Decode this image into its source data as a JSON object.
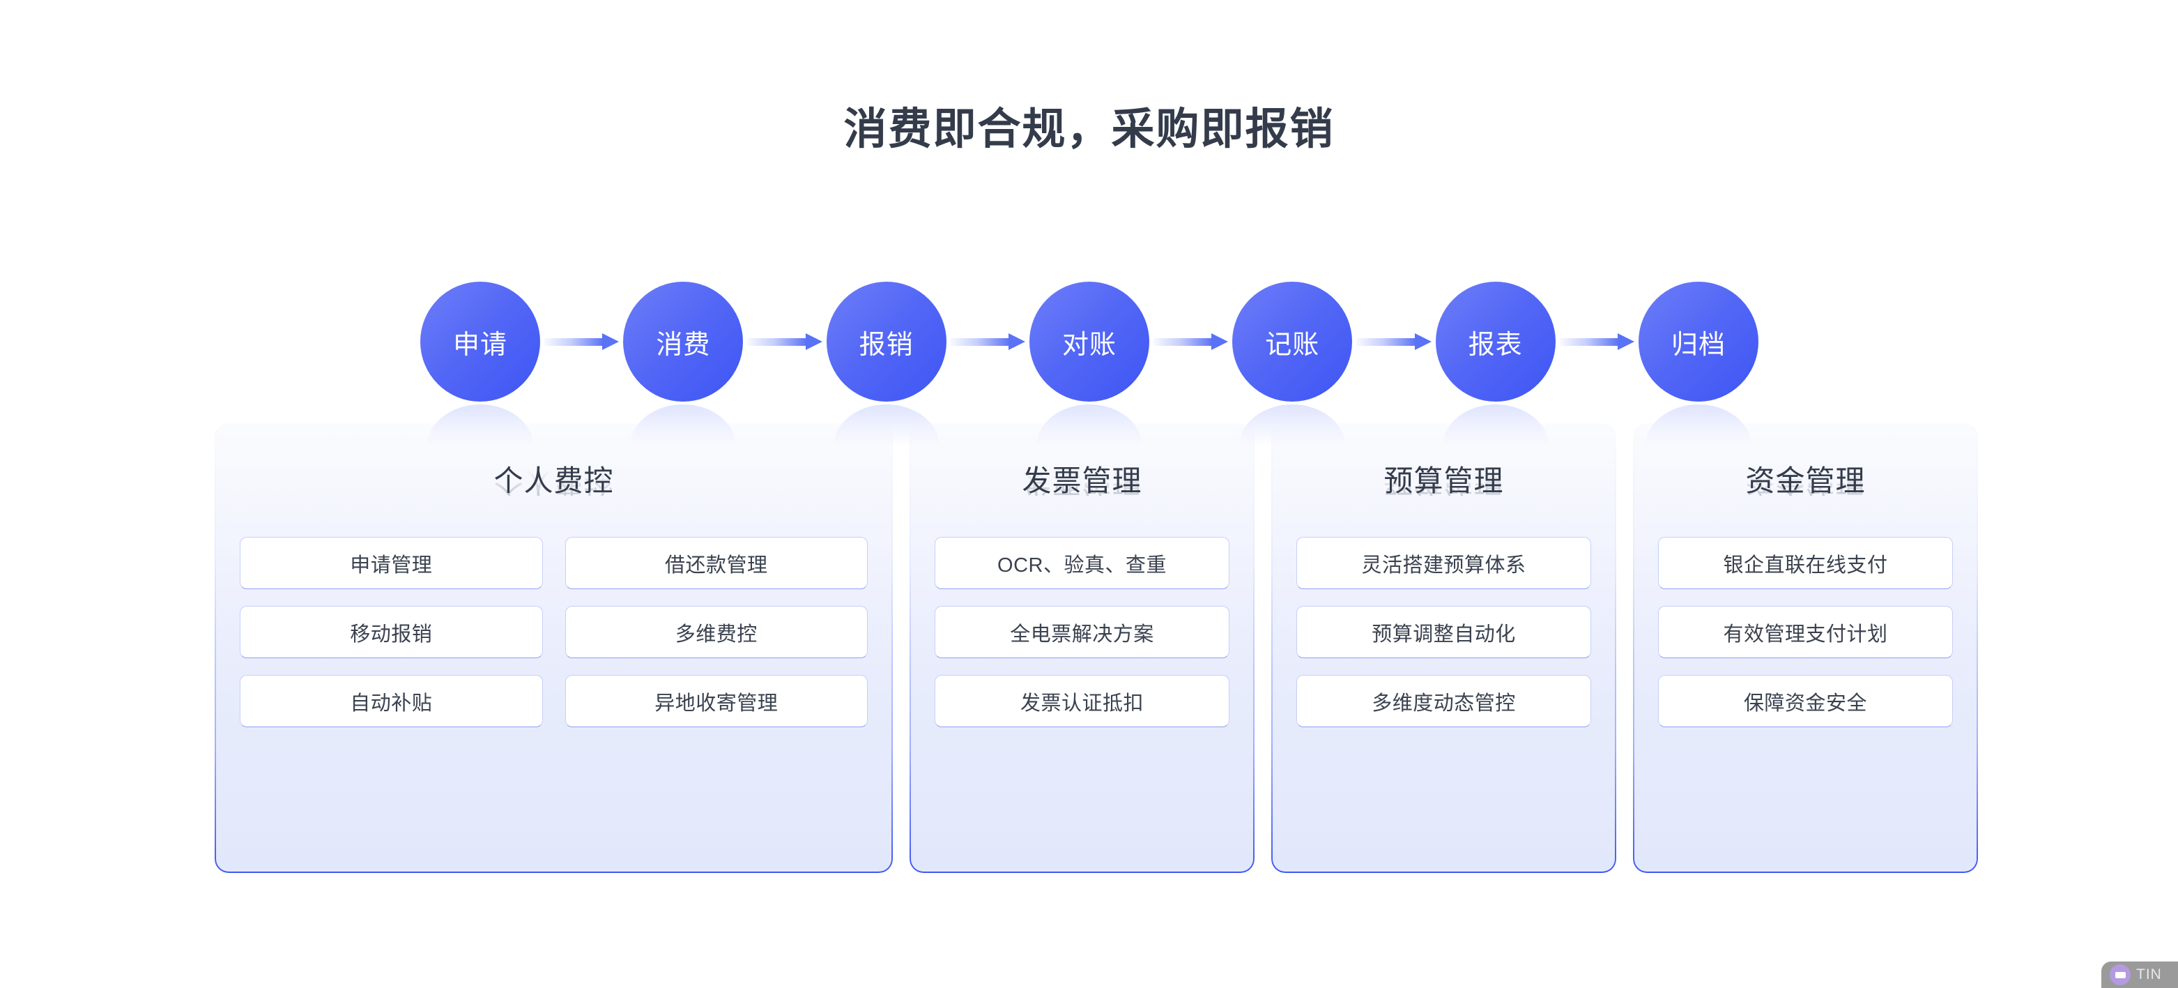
{
  "header": {
    "title": "消费即合规，采购即报销"
  },
  "flow": {
    "nodes": [
      {
        "label": "申请"
      },
      {
        "label": "消费"
      },
      {
        "label": "报销"
      },
      {
        "label": "对账"
      },
      {
        "label": "记账"
      },
      {
        "label": "报表"
      },
      {
        "label": "归档"
      }
    ]
  },
  "panels": [
    {
      "title": "个人费控",
      "columns": 2,
      "tiles": [
        "申请管理",
        "借还款管理",
        "移动报销",
        "多维费控",
        "自动补贴",
        "异地收寄管理"
      ]
    },
    {
      "title": "发票管理",
      "columns": 1,
      "tiles": [
        "OCR、验真、查重",
        "全电票解决方案",
        "发票认证抵扣"
      ]
    },
    {
      "title": "预算管理",
      "columns": 1,
      "tiles": [
        "灵活搭建预算体系",
        "预算调整自动化",
        "多维度动态管控"
      ]
    },
    {
      "title": "资金管理",
      "columns": 1,
      "tiles": [
        "银企直联在线支付",
        "有效管理支付计划",
        "保障资金安全"
      ]
    }
  ],
  "corner_widget": {
    "label": "TIN"
  },
  "colors": {
    "accent": "#3d55f4",
    "node_gradient_start": "#6e7ef8",
    "node_gradient_end": "#3d55f4",
    "title_text": "#343c4b",
    "tile_text": "#3a424f",
    "tile_border": "#c7d0f7",
    "panel_fill": "#e2e8fb",
    "arrow": "#5a72f5",
    "page_background": "#ffffff"
  }
}
